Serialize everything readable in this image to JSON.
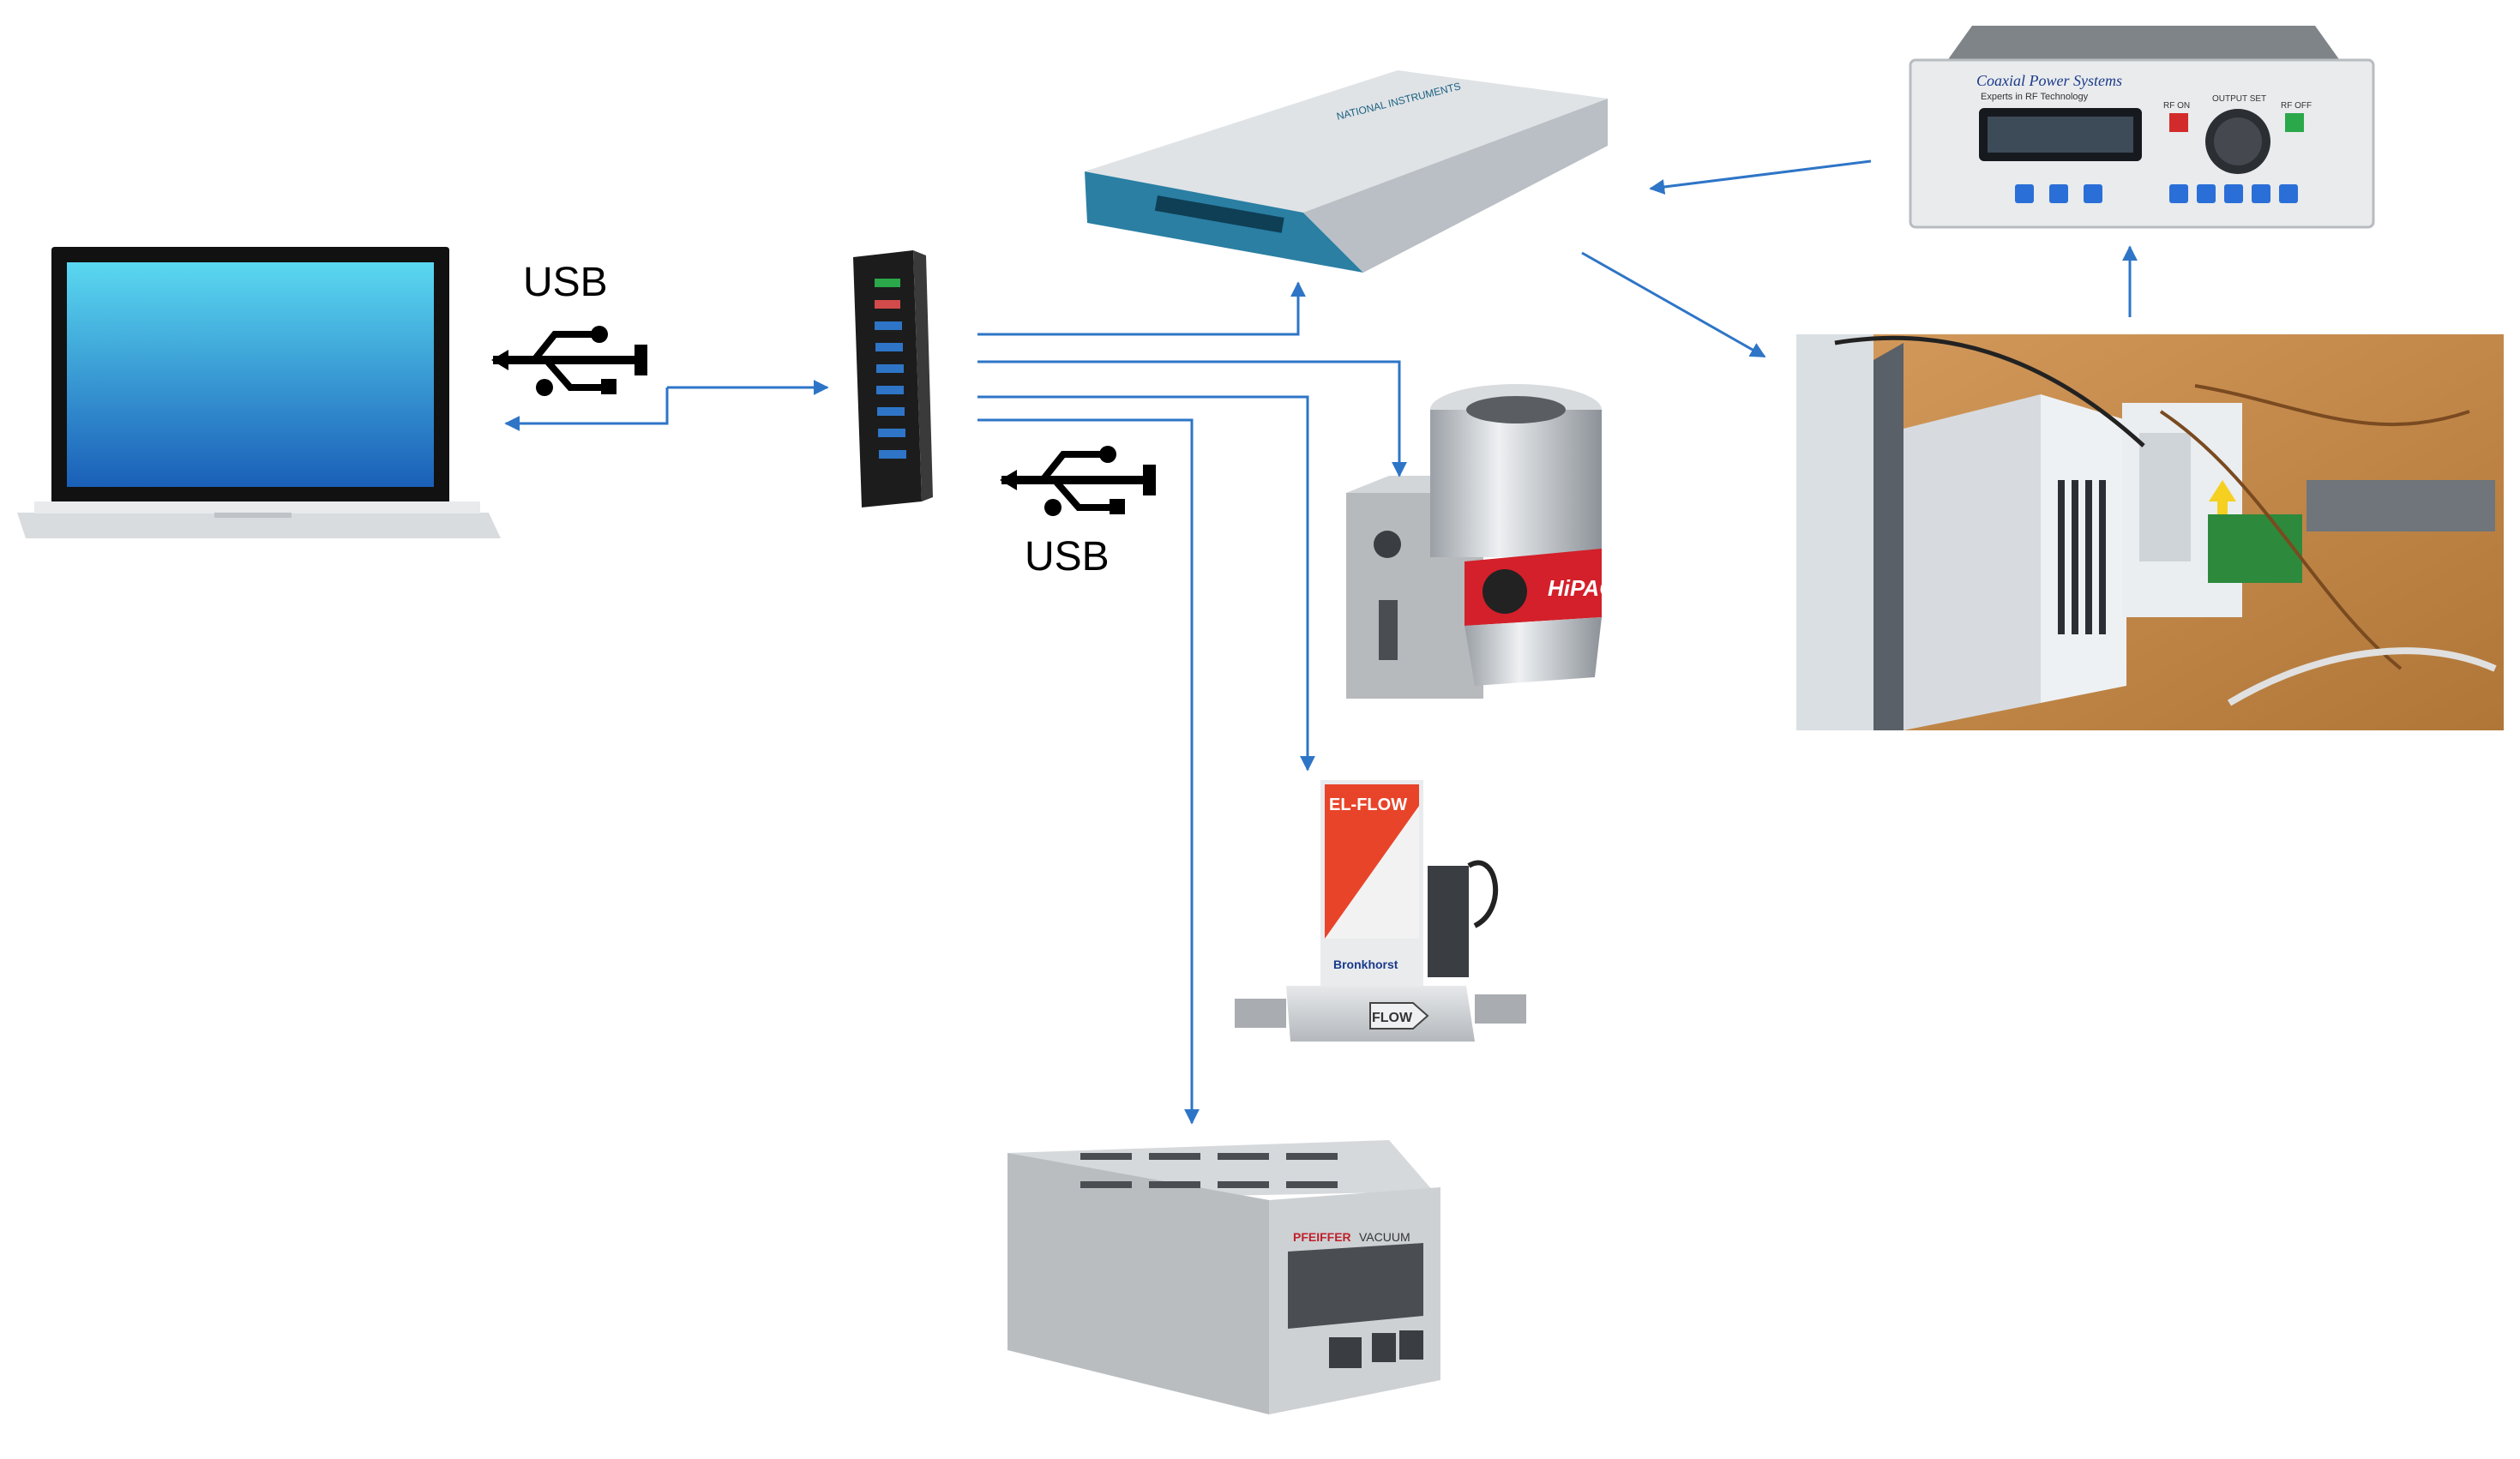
{
  "labels": {
    "usb_top": "USB",
    "usb_bottom": "USB"
  },
  "devices": {
    "laptop": "laptop",
    "usb_hub": "usb-hub",
    "daq": "data-acquisition-device",
    "rf_generator": "rf-power-generator",
    "turbo_pump": "turbo-molecular-pump",
    "mass_flow_controller": "mass-flow-controller",
    "vacuum_gauge_controller": "vacuum-gauge-controller",
    "photo_setup": "hardware-photo"
  },
  "device_text": {
    "rf_brand": "Coaxial Power Systems",
    "rf_tagline": "Experts in RF Technology",
    "rf_on": "RF ON",
    "rf_off": "RF OFF",
    "rf_output_set": "OUTPUT SET",
    "daq_brand": "NATIONAL INSTRUMENTS",
    "pump_brand": "HiPACE",
    "mfc_brand": "EL-FLOW",
    "mfc_maker": "Bronkhorst",
    "mfc_flow": "FLOW",
    "gauge_brand": "PFEIFFER",
    "gauge_vacuum": "VACUUM"
  },
  "colors": {
    "arrow": "#2e75c7",
    "laptop_screen_top": "#5ad8f0",
    "laptop_screen_bottom": "#1a5fb8",
    "daq_front": "#2a7fa3",
    "rf_on_button": "#d22b2b",
    "rf_off_button": "#2aa84a",
    "pump_band": "#d3202a",
    "mfc_red": "#e8442a",
    "gauge_body": "#b9bdc0",
    "wood": "#c98a4b"
  },
  "icons": [
    "usb-icon",
    "usb-icon"
  ]
}
